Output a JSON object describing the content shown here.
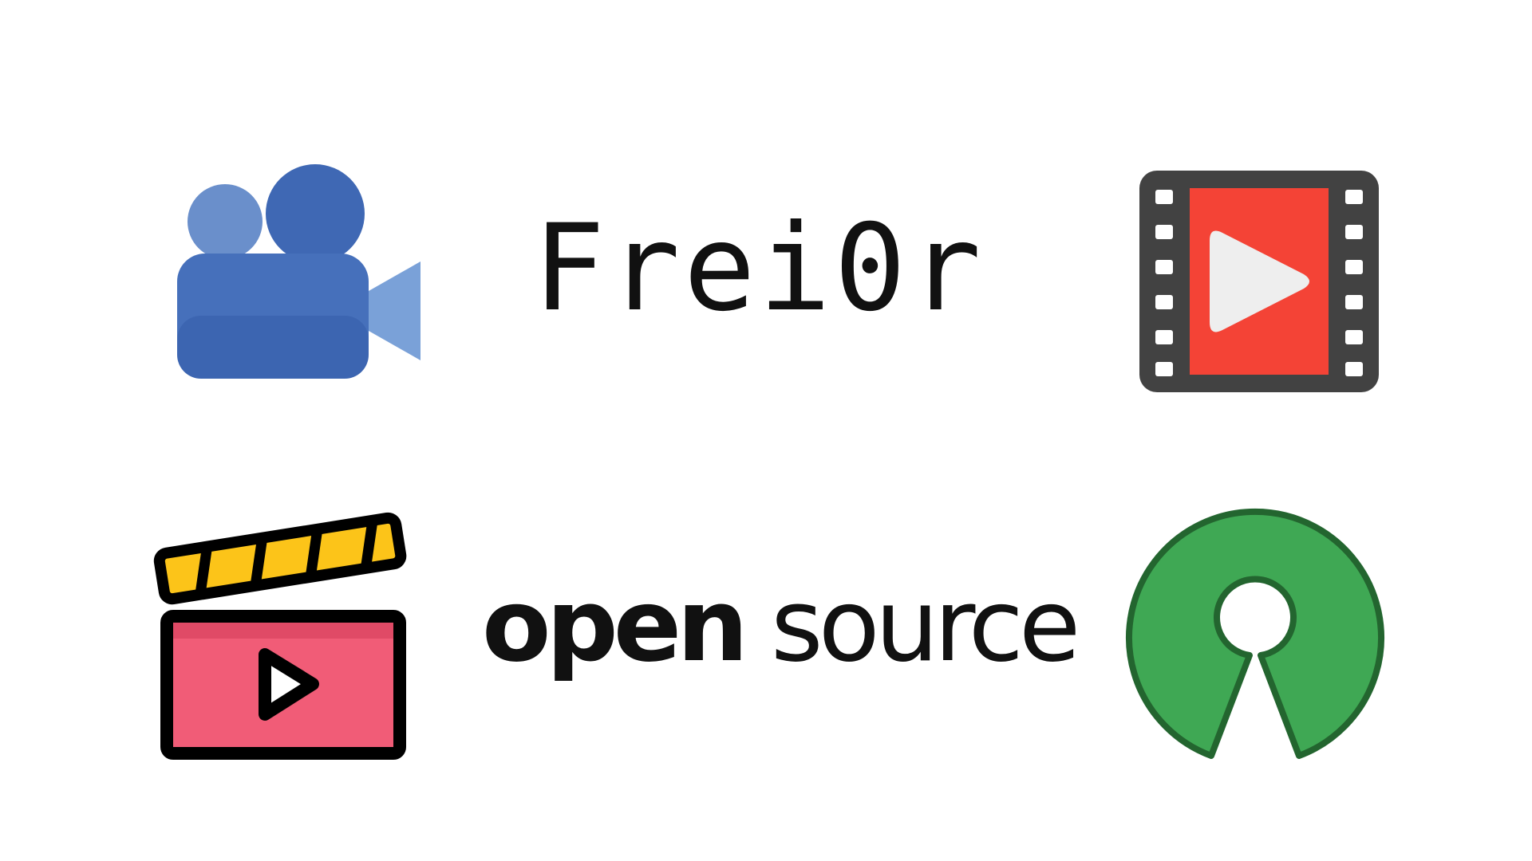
{
  "logos": {
    "frei0r": "Frei0r",
    "open": "open",
    "source": "source"
  },
  "icons": [
    "video-camera-icon",
    "film-play-icon",
    "clapperboard-icon",
    "open-source-initiative-icon"
  ],
  "colors": {
    "camera_blue": "#3f68b4",
    "film_red": "#f44336",
    "film_frame": "#424242",
    "clapper_pink": "#f15c77",
    "clapper_yellow": "#fcc419",
    "osi_green": "#3fa854"
  }
}
